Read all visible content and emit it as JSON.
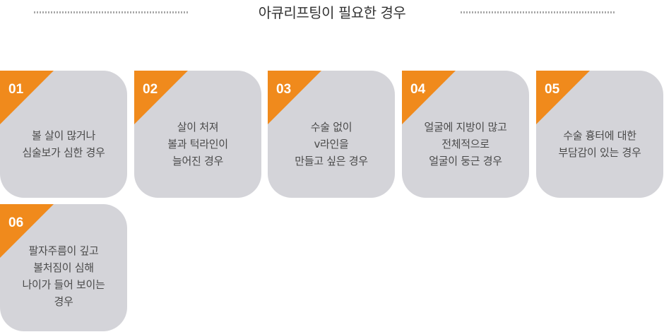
{
  "title": "아큐리프팅이 필요한 경우",
  "cards": [
    {
      "number": "01",
      "lines": [
        "볼 살이 많거나",
        "심술보가 심한 경우"
      ]
    },
    {
      "number": "02",
      "lines": [
        "살이 처져",
        "볼과 턱라인이",
        "늘어진 경우"
      ]
    },
    {
      "number": "03",
      "lines": [
        "수술 없이",
        "v라인을",
        "만들고 싶은 경우"
      ]
    },
    {
      "number": "04",
      "lines": [
        "얼굴에 지방이 많고",
        "전체적으로",
        "얼굴이 둥근 경우"
      ]
    },
    {
      "number": "05",
      "lines": [
        "수술 흉터에 대한",
        "부담감이 있는 경우"
      ]
    },
    {
      "number": "06",
      "lines": [
        "팔자주름이 깊고",
        "볼처짐이 심해",
        "나이가 들어 보이는",
        "경우"
      ]
    }
  ]
}
